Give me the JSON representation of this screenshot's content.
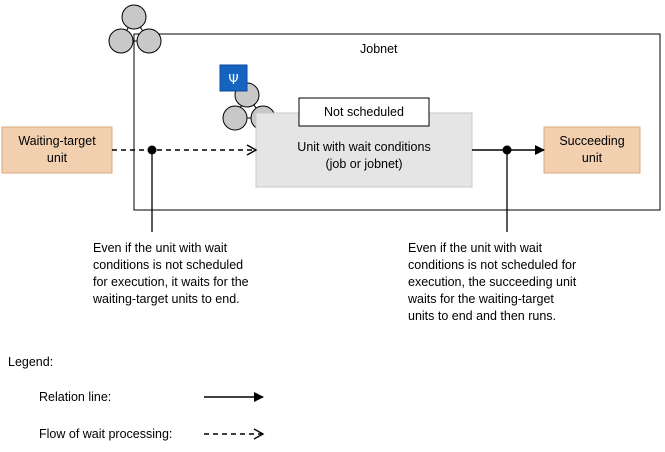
{
  "jobnet": {
    "label": "Jobnet"
  },
  "waiting_target": {
    "label_line1": "Waiting-target",
    "label_line2": "unit"
  },
  "wait_unit": {
    "status_label": "Not scheduled",
    "label_line1": "Unit with wait conditions",
    "label_line2": "(job or jobnet)"
  },
  "succeeding": {
    "label_line1": "Succeeding",
    "label_line2": "unit"
  },
  "wait_condition_icon": {
    "glyph": "Ψ"
  },
  "note_left": {
    "lines": [
      "Even if the unit with wait",
      "conditions is not scheduled",
      "for execution, it waits for the",
      "waiting-target units to end."
    ]
  },
  "note_right": {
    "lines": [
      "Even if the unit with wait",
      "conditions is not scheduled for",
      "execution, the succeeding unit",
      "waits for the waiting-target",
      "units to end and then runs."
    ]
  },
  "legend": {
    "title": "Legend:",
    "relation_label": "Relation line:",
    "wait_flow_label": "Flow of wait processing:"
  },
  "colors": {
    "unit_fill": "#f2cfae",
    "unit_border": "#d9a87c",
    "wait_unit_fill": "#e5e5e5",
    "wait_unit_border": "#c8c8c8",
    "icon_blue": "#1565c0",
    "node_gray": "#c8c8c8"
  }
}
